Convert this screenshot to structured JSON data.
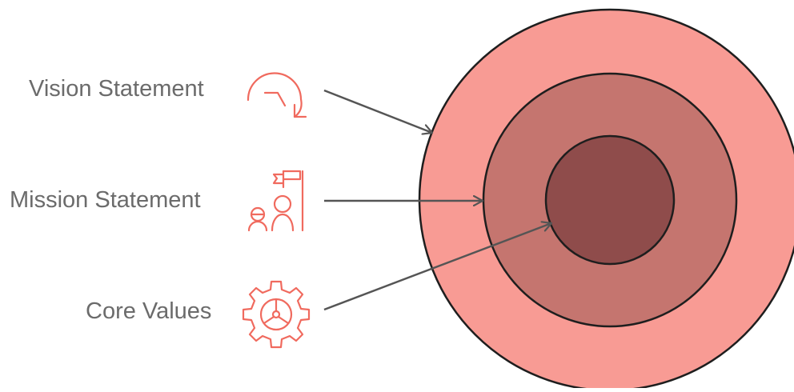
{
  "labels": {
    "vision": "Vision Statement",
    "mission": "Mission Statement",
    "core": "Core Values"
  },
  "colors": {
    "outer_ring": "#f89b94",
    "middle_ring": "#c5756f",
    "inner_core": "#8f4c4b",
    "outline": "#1e1e1e",
    "arrow": "#555555",
    "icon": "#f06a5e",
    "text": "#6b6b6b"
  },
  "icons": {
    "vision": "circular-arrow-icon",
    "mission": "team-flag-icon",
    "core": "gear-icon"
  }
}
